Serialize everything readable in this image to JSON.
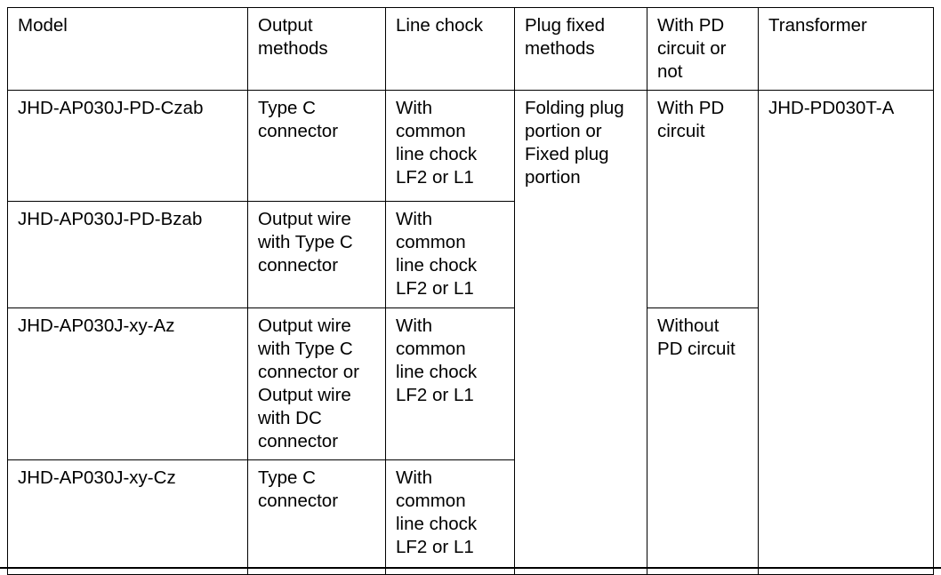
{
  "table": {
    "name": "model-specification-table",
    "columns": [
      {
        "key": "model",
        "header": "Model"
      },
      {
        "key": "output",
        "header": "Output\nmethods"
      },
      {
        "key": "chock",
        "header": "Line chock"
      },
      {
        "key": "plug",
        "header": "Plug fixed\nmethods"
      },
      {
        "key": "pd",
        "header": "With PD\ncircuit or\nnot"
      },
      {
        "key": "transformer",
        "header": "Transformer"
      }
    ],
    "rows": [
      {
        "model": "JHD-AP030J-PD-Czab",
        "output": "Type C\nconnector",
        "chock": "With\ncommon\nline chock\nLF2 or L1",
        "plug": "Folding plug\nportion or\nFixed plug\nportion",
        "pd": "With PD\ncircuit",
        "transformer": "JHD-PD030T-A"
      },
      {
        "model": "JHD-AP030J-PD-Bzab",
        "output": "Output wire\nwith Type C\nconnector",
        "chock": "With\ncommon\nline chock\nLF2 or L1"
      },
      {
        "model": "JHD-AP030J-xy-Az",
        "output": "Output wire\nwith Type C\nconnector or\nOutput wire\nwith DC\nconnector",
        "chock": "With\ncommon\nline chock\nLF2 or L1",
        "pd": "Without\nPD circuit"
      },
      {
        "model": "JHD-AP030J-xy-Cz",
        "output": "Type C\nconnector",
        "chock": "With\ncommon\nline chock\nLF2 or L1"
      }
    ]
  },
  "colors": {
    "border": "#000000",
    "text": "#000000",
    "background": "#ffffff"
  }
}
